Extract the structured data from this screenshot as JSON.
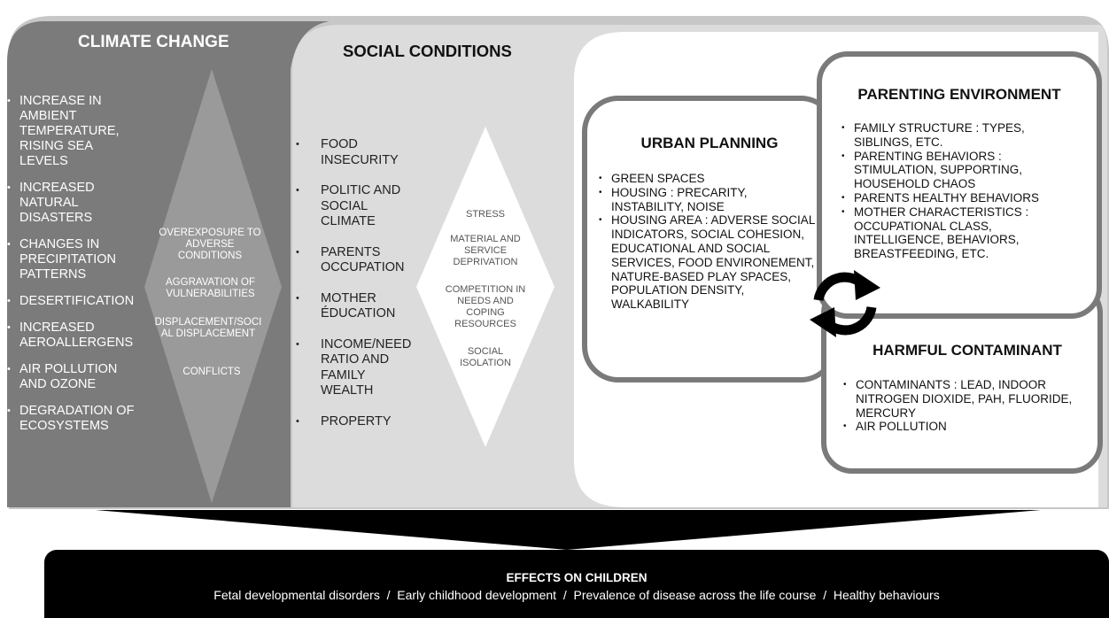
{
  "climate_change": {
    "title": "CLIMATE CHANGE",
    "items": [
      "INCREASE IN AMBIENT TEMPERATURE, RISING SEA LEVELS",
      "INCREASED NATURAL DISASTERS",
      "CHANGES IN PRECIPITATION PATTERNS",
      "DESERTIFICATION",
      "INCREASED AEROALLERGENS",
      "AIR POLLUTION AND OZONE",
      "DEGRADATION OF ECOSYSTEMS"
    ],
    "diamond": {
      "t1": "OVEREXPOSURE TO ADVERSE CONDITIONS",
      "t2": "AGGRAVATION OF VULNERABILITIES",
      "t3": "DISPLACEMENT/SOCI AL DISPLACEMENT",
      "t4": "CONFLICTS"
    }
  },
  "social_conditions": {
    "title": "SOCIAL CONDITIONS",
    "items": [
      "FOOD INSECURITY",
      "POLITIC AND SOCIAL CLIMATE",
      "PARENTS OCCUPATION",
      "MOTHER ÉDUCATION",
      "INCOME/NEED RATIO AND FAMILY WEALTH",
      "PROPERTY"
    ],
    "diamond": {
      "t1": "STRESS",
      "t2": "MATERIAL AND SERVICE DEPRIVATION",
      "t3": "COMPETITION IN NEEDS AND COPING RESOURCES",
      "t4": "SOCIAL ISOLATION"
    }
  },
  "urban_planning": {
    "title": "URBAN PLANNING",
    "items": [
      "GREEN SPACES",
      "HOUSING : PRECARITY, INSTABILITY, NOISE",
      "HOUSING AREA : ADVERSE SOCIAL INDICATORS, SOCIAL COHESION, EDUCATIONAL AND SOCIAL SERVICES, FOOD ENVIRONEMENT, NATURE-BASED PLAY SPACES, POPULATION DENSITY, WALKABILITY"
    ]
  },
  "parenting_environment": {
    "title": "PARENTING ENVIRONMENT",
    "items": [
      "FAMILY STRUCTURE : TYPES, SIBLINGS, ETC.",
      "PARENTING BEHAVIORS : STIMULATION, SUPPORTING, HOUSEHOLD CHAOS",
      "PARENTS HEALTHY BEHAVIORS",
      "MOTHER CHARACTERISTICS : OCCUPATIONAL CLASS, INTELLIGENCE, BEHAVIORS, BREASTFEEDING, ETC."
    ]
  },
  "harmful_contaminant": {
    "title": "HARMFUL CONTAMINANT",
    "items": [
      "CONTAMINANTS : LEAD, INDOOR NITROGEN DIOXIDE, PAH, FLUORIDE, MERCURY",
      "AIR POLLUTION"
    ]
  },
  "effects": {
    "title": "EFFECTS ON CHILDREN",
    "line": "Fetal developmental disorders  /  Early childhood development  /  Prevalence of disease across the life course  /  Healthy behaviours"
  },
  "icons": {
    "cycle": "cycle-arrows-icon"
  },
  "colors": {
    "climate_panel": "#7a7a7a",
    "social_panel": "#d9d9d9",
    "outer_panel": "#c4c4c4",
    "effects_bar": "#000000"
  }
}
